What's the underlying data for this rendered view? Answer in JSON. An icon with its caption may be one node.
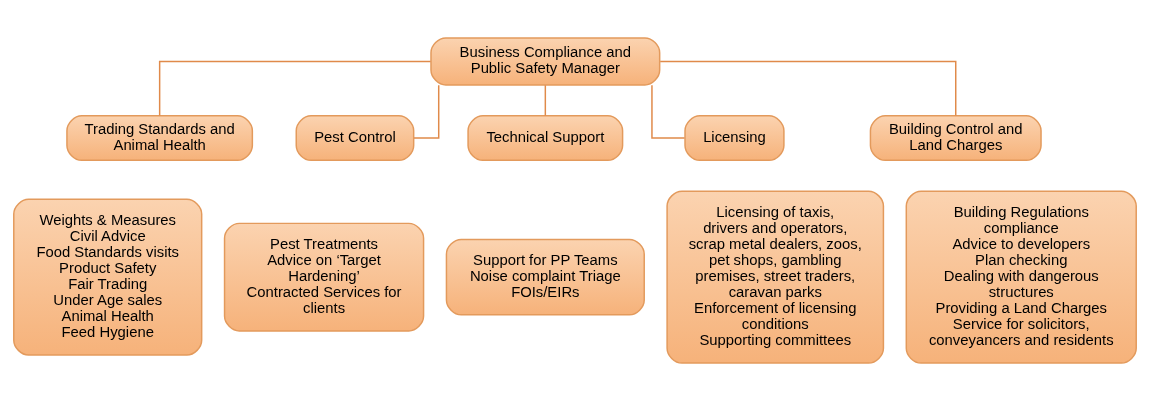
{
  "diagram": {
    "nodes": [
      {
        "text": [
          "Business Compliance and Public Safety Manager"
        ]
      },
      {
        "text": [
          "Trading Standards and Animal Health"
        ]
      },
      {
        "text": [
          "Pest Control"
        ]
      },
      {
        "text": [
          "Technical Support"
        ]
      },
      {
        "text": [
          "Licensing"
        ]
      },
      {
        "text": [
          "Building Control and Land Charges"
        ]
      },
      {
        "text": [
          "Weights & Measures",
          "Civil Advice",
          "Food Standards visits",
          "Product Safety",
          "Fair Trading",
          "Under Age sales",
          "Animal Health",
          "Feed Hygiene"
        ]
      },
      {
        "text": [
          "Pest Treatments",
          "Advice on ‘Target Hardening’",
          "Contracted Services for clients"
        ]
      },
      {
        "text": [
          "Support for PP Teams",
          "Noise complaint Triage",
          "FOIs/EIRs"
        ]
      },
      {
        "text": [
          "Licensing of taxis, drivers and operators, scrap metal dealers, zoos, pet shops, gambling premises, street traders, caravan parks",
          "Enforcement of licensing conditions",
          "Supporting committees"
        ]
      },
      {
        "text": [
          "Building Regulations compliance",
          "Advice to developers",
          "Plan checking",
          "Dealing with dangerous structures",
          "Providing a Land Charges Service for solicitors, conveyancers and residents"
        ]
      }
    ],
    "edges": [
      {
        "from": 0,
        "to": 1,
        "arrow": "none"
      },
      {
        "from": 0,
        "to": 2,
        "arrow": "none"
      },
      {
        "from": 0,
        "to": 3,
        "arrow": "none"
      },
      {
        "from": 0,
        "to": 4,
        "arrow": "none"
      },
      {
        "from": 0,
        "to": 5,
        "arrow": "none"
      }
    ]
  }
}
